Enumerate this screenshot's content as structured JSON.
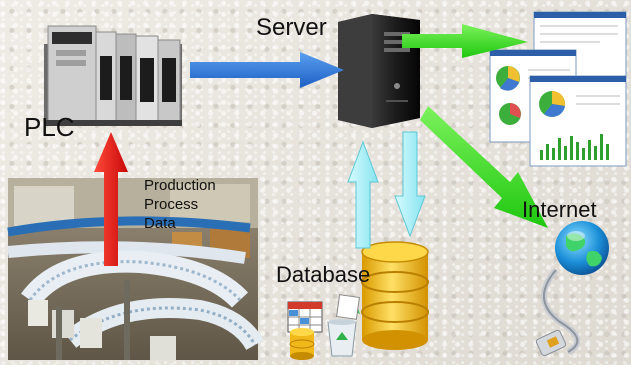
{
  "labels": {
    "server": "Server",
    "plc": "PLC",
    "internet": "Internet",
    "database": "Database",
    "production_lines": [
      "Production",
      "Process",
      "Data"
    ]
  },
  "colors": {
    "arrow_blue": "#2b6fd6",
    "arrow_green": "#33dd22",
    "arrow_red": "#e01010",
    "arrow_cyan": "#a8f0f7",
    "cylinder_gold": "#f2c019",
    "globe_blue": "#1b8fd8"
  },
  "icons": [
    "plc-rack-icon",
    "server-tower-icon",
    "report-screenshots-icon",
    "globe-icon",
    "database-cylinder-icon",
    "spreadsheet-icon",
    "recycle-bin-icon",
    "network-cable-icon",
    "factory-conveyor-photo"
  ]
}
